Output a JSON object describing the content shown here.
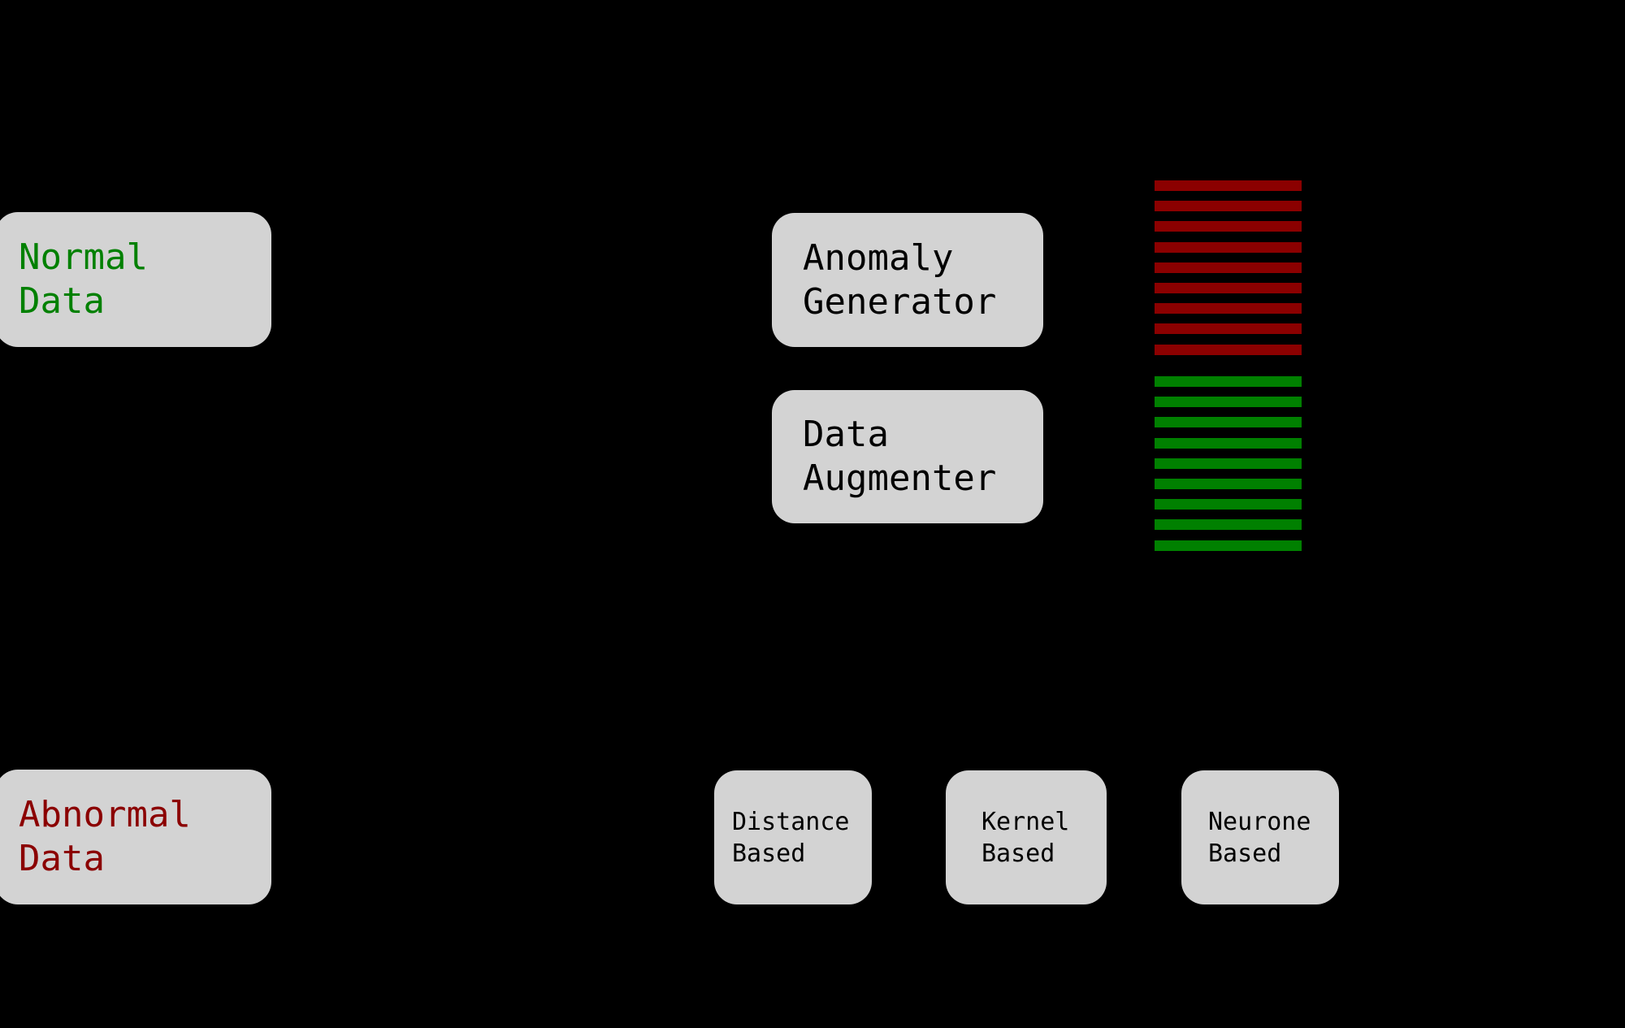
{
  "scene": {
    "background_color": "#000000",
    "description": "data augmentation pipeline diagram"
  },
  "palette": {
    "box_fill": "#d3d3d3",
    "normal_green": "#008000",
    "abnormal_red": "#8b0000",
    "text_black": "#000000"
  },
  "boxes": {
    "normal_data": {
      "label": "Normal\nData"
    },
    "abnormal_data": {
      "label": "Abnormal\nData"
    },
    "anomaly_generator": {
      "label": "Anomaly\nGenerator"
    },
    "data_augmenter": {
      "label": "Data\nAugmenter"
    },
    "distance_based": {
      "label": "Distance\nBased"
    },
    "kernel_based": {
      "label": "Kernel\nBased"
    },
    "neurone_based": {
      "label": "Neurone\nBased"
    }
  },
  "stripes": {
    "anomalous_group": {
      "count": 9,
      "color": "#8b0000",
      "meaning": "generated anomalous data rows"
    },
    "augmented_group": {
      "count": 9,
      "color": "#008000",
      "meaning": "augmented normal data rows"
    }
  }
}
